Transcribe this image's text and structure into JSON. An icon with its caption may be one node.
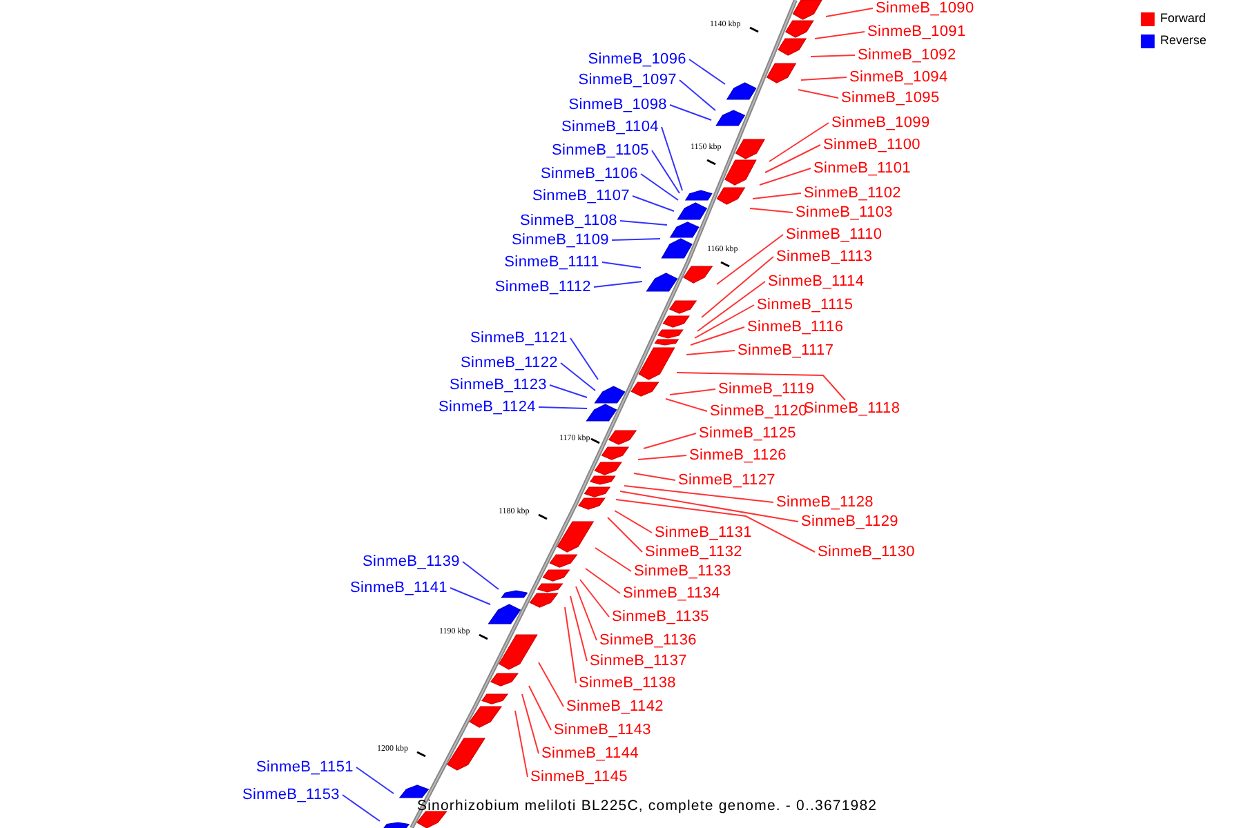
{
  "diagram": {
    "caption": "Sinorhizobium meliloti BL225C, complete genome. - 0..3671982",
    "nodes": [
      {
        "text": [
          "SinmeB_1090"
        ]
      },
      {
        "text": [
          "SinmeB_1091"
        ]
      },
      {
        "text": [
          "SinmeB_1092"
        ]
      },
      {
        "text": [
          "SinmeB_1096"
        ]
      },
      {
        "text": [
          "SinmeB_1094"
        ]
      },
      {
        "text": [
          "SinmeB_1097"
        ]
      },
      {
        "text": [
          "SinmeB_1095"
        ]
      },
      {
        "text": [
          "SinmeB_1098"
        ]
      },
      {
        "text": [
          "SinmeB_1099"
        ]
      },
      {
        "text": [
          "SinmeB_1104"
        ]
      },
      {
        "text": [
          "SinmeB_1100"
        ]
      },
      {
        "text": [
          "SinmeB_1105"
        ]
      },
      {
        "text": [
          "SinmeB_1101"
        ]
      },
      {
        "text": [
          "SinmeB_1106"
        ]
      },
      {
        "text": [
          "SinmeB_1102"
        ]
      },
      {
        "text": [
          "SinmeB_1107"
        ]
      },
      {
        "text": [
          "SinmeB_1103"
        ]
      },
      {
        "text": [
          "SinmeB_1108"
        ]
      },
      {
        "text": [
          "SinmeB_1110"
        ]
      },
      {
        "text": [
          "SinmeB_1109"
        ]
      },
      {
        "text": [
          "SinmeB_1113"
        ]
      },
      {
        "text": [
          "SinmeB_1111"
        ]
      },
      {
        "text": [
          "SinmeB_1114"
        ]
      },
      {
        "text": [
          "SinmeB_1112"
        ]
      },
      {
        "text": [
          "SinmeB_1115"
        ]
      },
      {
        "text": [
          "SinmeB_1116"
        ]
      },
      {
        "text": [
          "SinmeB_1121"
        ]
      },
      {
        "text": [
          "SinmeB_1117"
        ]
      },
      {
        "text": [
          "SinmeB_1122"
        ]
      },
      {
        "text": [
          "SinmeB_1123"
        ]
      },
      {
        "text": [
          "SinmeB_1119"
        ]
      },
      {
        "text": [
          "SinmeB_1124"
        ]
      },
      {
        "text": [
          "SinmeB_1118"
        ]
      },
      {
        "text": [
          "SinmeB_1120"
        ]
      },
      {
        "text": [
          "SinmeB_1125"
        ]
      },
      {
        "text": [
          "SinmeB_1126"
        ]
      },
      {
        "text": [
          "SinmeB_1127"
        ]
      },
      {
        "text": [
          "SinmeB_1128"
        ]
      },
      {
        "text": [
          "SinmeB_1129"
        ]
      },
      {
        "text": [
          "SinmeB_1131"
        ]
      },
      {
        "text": [
          "SinmeB_1130"
        ]
      },
      {
        "text": [
          "SinmeB_1132"
        ]
      },
      {
        "text": [
          "SinmeB_1139"
        ]
      },
      {
        "text": [
          "SinmeB_1133"
        ]
      },
      {
        "text": [
          "SinmeB_1141"
        ]
      },
      {
        "text": [
          "SinmeB_1134"
        ]
      },
      {
        "text": [
          "SinmeB_1135"
        ]
      },
      {
        "text": [
          "SinmeB_1136"
        ]
      },
      {
        "text": [
          "SinmeB_1137"
        ]
      },
      {
        "text": [
          "SinmeB_1138"
        ]
      },
      {
        "text": [
          "SinmeB_1142"
        ]
      },
      {
        "text": [
          "SinmeB_1143"
        ]
      },
      {
        "text": [
          "SinmeB_1144"
        ]
      },
      {
        "text": [
          "SinmeB_1151"
        ]
      },
      {
        "text": [
          "SinmeB_1145"
        ]
      },
      {
        "text": [
          "SinmeB_1153"
        ]
      }
    ],
    "edges": [
      {
        "from": 0,
        "to": null,
        "arrow": "none"
      },
      {
        "from": 1,
        "to": null,
        "arrow": "none"
      },
      {
        "from": 2,
        "to": null,
        "arrow": "none"
      },
      {
        "from": 3,
        "to": null,
        "arrow": "none",
        "color": "#3333ff"
      },
      {
        "from": 4,
        "to": null,
        "arrow": "none"
      },
      {
        "from": 5,
        "to": null,
        "arrow": "none",
        "color": "#3333ff"
      },
      {
        "from": 6,
        "to": null,
        "arrow": "none"
      },
      {
        "from": 7,
        "to": null,
        "arrow": "none",
        "color": "#3333ff"
      },
      {
        "from": 8,
        "to": null,
        "arrow": "none"
      },
      {
        "from": 9,
        "to": null,
        "arrow": "none",
        "color": "#3333ff"
      },
      {
        "from": 10,
        "to": null,
        "arrow": "none"
      },
      {
        "from": 11,
        "to": null,
        "arrow": "none",
        "color": "#3333ff"
      },
      {
        "from": 12,
        "to": null,
        "arrow": "none"
      },
      {
        "from": 13,
        "to": null,
        "arrow": "none",
        "color": "#3333ff"
      },
      {
        "from": 14,
        "to": null,
        "arrow": "none"
      },
      {
        "from": 15,
        "to": null,
        "arrow": "none",
        "color": "#3333ff"
      },
      {
        "from": 16,
        "to": null,
        "arrow": "none"
      },
      {
        "from": 17,
        "to": null,
        "arrow": "none",
        "color": "#3333ff"
      },
      {
        "from": 18,
        "to": null,
        "arrow": "none"
      },
      {
        "from": 19,
        "to": null,
        "arrow": "none",
        "color": "#3333ff"
      },
      {
        "from": 20,
        "to": null,
        "arrow": "none"
      },
      {
        "from": 21,
        "to": null,
        "arrow": "none",
        "color": "#3333ff"
      },
      {
        "from": 22,
        "to": null,
        "arrow": "none"
      },
      {
        "from": 23,
        "to": null,
        "arrow": "none",
        "color": "#3333ff"
      },
      {
        "from": 24,
        "to": null,
        "arrow": "none"
      },
      {
        "from": 25,
        "to": null,
        "arrow": "none"
      },
      {
        "from": 26,
        "to": null,
        "arrow": "none",
        "color": "#3333ff"
      },
      {
        "from": 27,
        "to": null,
        "arrow": "none"
      },
      {
        "from": 28,
        "to": null,
        "arrow": "none",
        "color": "#3333ff"
      },
      {
        "from": 29,
        "to": null,
        "arrow": "none",
        "color": "#3333ff"
      },
      {
        "from": 30,
        "to": null,
        "arrow": "none"
      },
      {
        "from": 31,
        "to": null,
        "arrow": "none",
        "color": "#3333ff"
      },
      {
        "from": 32,
        "to": null,
        "arrow": "none"
      },
      {
        "from": 33,
        "to": null,
        "arrow": "none"
      },
      {
        "from": 34,
        "to": null,
        "arrow": "none"
      },
      {
        "from": 35,
        "to": null,
        "arrow": "none"
      },
      {
        "from": 36,
        "to": null,
        "arrow": "none"
      },
      {
        "from": 37,
        "to": null,
        "arrow": "none"
      },
      {
        "from": 38,
        "to": null,
        "arrow": "none"
      },
      {
        "from": 39,
        "to": null,
        "arrow": "none"
      },
      {
        "from": 40,
        "to": null,
        "arrow": "none"
      },
      {
        "from": 41,
        "to": null,
        "arrow": "none"
      },
      {
        "from": 42,
        "to": null,
        "arrow": "none",
        "color": "#3333ff"
      },
      {
        "from": 43,
        "to": null,
        "arrow": "none"
      },
      {
        "from": 44,
        "to": null,
        "arrow": "none",
        "color": "#3333ff"
      },
      {
        "from": 45,
        "to": null,
        "arrow": "none"
      },
      {
        "from": 46,
        "to": null,
        "arrow": "none"
      },
      {
        "from": 47,
        "to": null,
        "arrow": "none"
      },
      {
        "from": 48,
        "to": null,
        "arrow": "none"
      },
      {
        "from": 49,
        "to": null,
        "arrow": "none"
      },
      {
        "from": 50,
        "to": null,
        "arrow": "none"
      },
      {
        "from": 51,
        "to": null,
        "arrow": "none"
      },
      {
        "from": 52,
        "to": null,
        "arrow": "none"
      },
      {
        "from": 53,
        "to": null,
        "arrow": "none",
        "color": "#3333ff"
      },
      {
        "from": 54,
        "to": null,
        "arrow": "none"
      },
      {
        "from": 55,
        "to": null,
        "arrow": "none",
        "color": "#3333ff"
      }
    ],
    "labels": [
      "1140 kbp",
      "1150 kbp",
      "1160 kbp",
      "1170 kbp",
      "1180 kbp",
      "1190 kbp",
      "1200 kbp"
    ],
    "legend": [
      {
        "text": "Forward",
        "color": "#ff0000"
      },
      {
        "text": "Reverse",
        "color": "#0000ff"
      }
    ]
  }
}
